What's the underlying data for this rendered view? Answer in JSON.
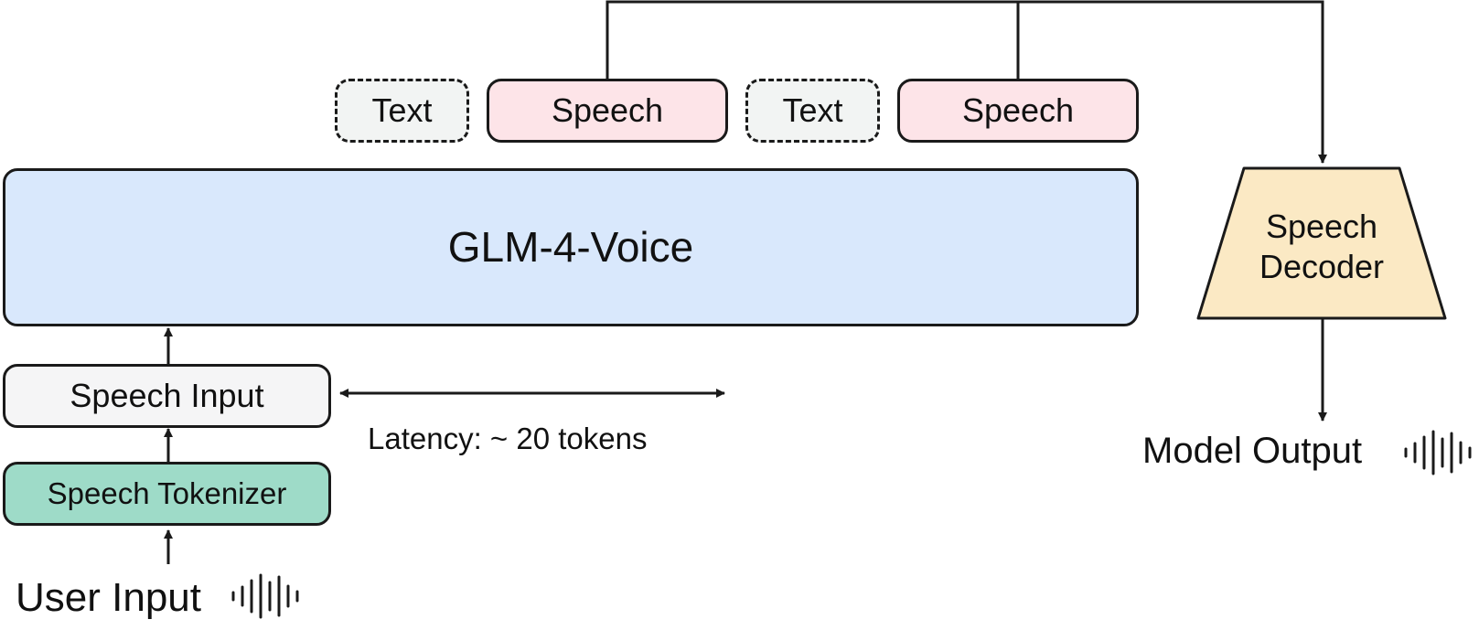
{
  "output_tokens": [
    {
      "label": "Text",
      "kind": "text",
      "style": "dashed",
      "fill": "#f2f4f3"
    },
    {
      "label": "Speech",
      "kind": "speech",
      "style": "solid",
      "fill": "#fde4e8"
    },
    {
      "label": "Text",
      "kind": "text",
      "style": "dashed",
      "fill": "#f2f4f3"
    },
    {
      "label": "Speech",
      "kind": "speech",
      "style": "solid",
      "fill": "#fde4e8"
    }
  ],
  "model": {
    "label": "GLM-4-Voice",
    "fill": "#d9e8fc"
  },
  "speech_input": {
    "label": "Speech Input",
    "fill": "#f5f5f6"
  },
  "speech_tokenizer": {
    "label": "Speech Tokenizer",
    "fill": "#9edbc8"
  },
  "user_input": {
    "label": "User Input",
    "icon": "waveform-icon"
  },
  "latency": {
    "label": "Latency: ~ 20 tokens"
  },
  "speech_decoder": {
    "label_line1": "Speech",
    "label_line2": "Decoder",
    "fill": "#fbe9c4"
  },
  "model_output": {
    "label": "Model Output",
    "icon": "waveform-icon"
  },
  "colors": {
    "stroke": "#1a1a1a",
    "background": "#ffffff"
  }
}
